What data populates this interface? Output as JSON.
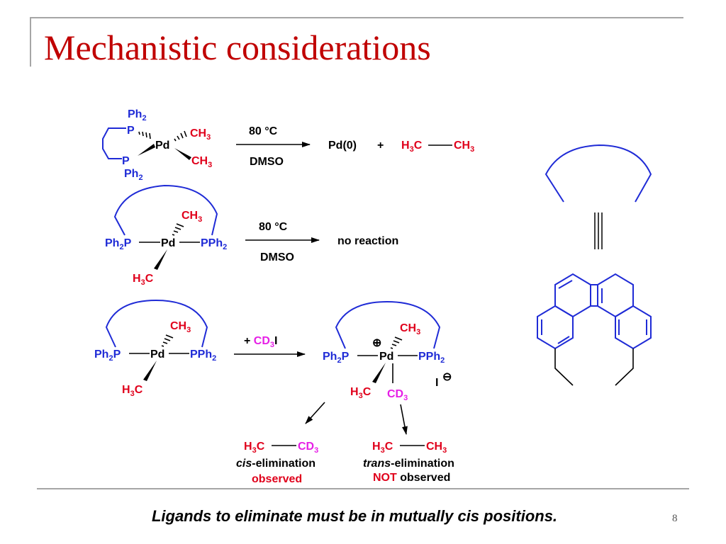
{
  "slide": {
    "title": "Mechanistic considerations",
    "footer": "Ligands to eliminate must be in mutually cis positions.",
    "page_number": "8"
  },
  "colors": {
    "title": "#c00000",
    "phosphine": "#1f2bd6",
    "methyl": "#e0001b",
    "deuteromethyl": "#e61ee6",
    "rule": "#a6a6a6"
  },
  "reaction1": {
    "ph2_top": "Ph",
    "ph2_sub": "2",
    "p_top": "P",
    "p_bottom": "P",
    "pd": "Pd",
    "methyl_a": "CH",
    "methyl_b": "CH",
    "sub3": "3",
    "conditions_top": "80 °C",
    "conditions_bottom": "DMSO",
    "product_pd": "Pd(0)",
    "plus": "+",
    "ethane_left": "H",
    "ethane_left_tail": "C",
    "ethane_right": "CH"
  },
  "reaction2": {
    "ph2p": "Ph",
    "ph2p_tail": "P",
    "pd": "Pd",
    "pph2": "PPh",
    "methyl_up": "CH",
    "methyl_down_h": "H",
    "methyl_down_c": "C",
    "conditions_top": "80 °C",
    "conditions_bottom": "DMSO",
    "result": "no reaction"
  },
  "reaction3": {
    "reagent_plus": "+ ",
    "reagent_cd": "CD",
    "reagent_i": "I",
    "charge_plus": "⊕",
    "charge_minus": "⊖",
    "iodide": "I",
    "cd3_label": "CD",
    "cis_product_left": "H",
    "cis_product_right": "CD",
    "cis_label_italic": "cis",
    "cis_label_rest": "-elimination",
    "cis_status": "observed",
    "trans_product_left": "H",
    "trans_product_right": "CH",
    "trans_label_italic": "trans",
    "trans_label_rest": "-elimination",
    "trans_status_red": "NOT",
    "trans_status_rest": " observed"
  },
  "icons": [
    "arrow-right-icon",
    "arrow-down-left-icon",
    "arrow-down-right-icon",
    "triple-bond-icon",
    "dihydrophenanthrene-backbone-icon"
  ]
}
